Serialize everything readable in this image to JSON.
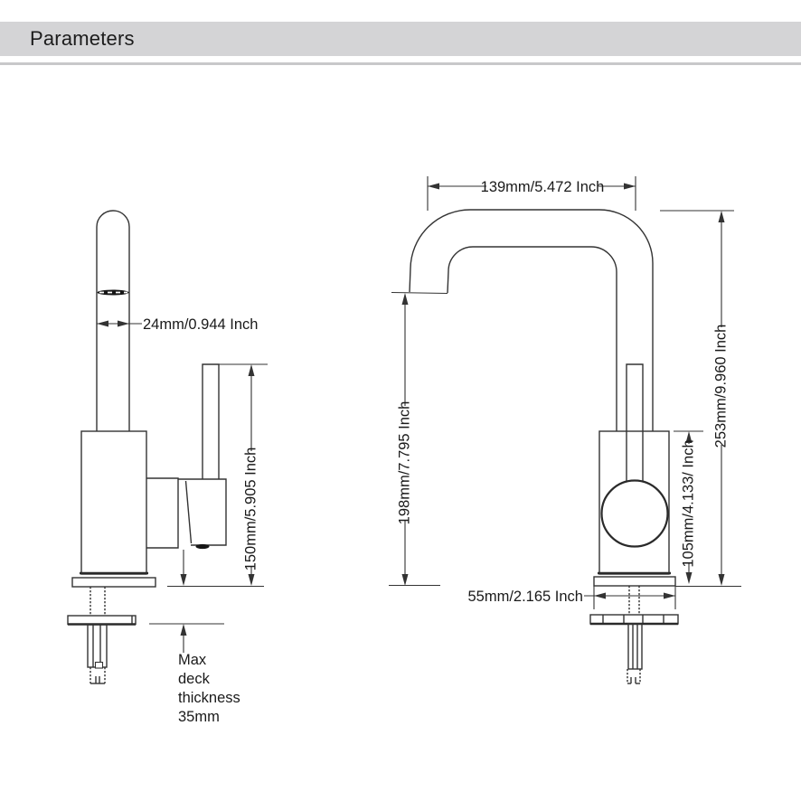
{
  "header": {
    "title": "Parameters"
  },
  "colors": {
    "header_bg": "#d4d4d6",
    "divider": "#c8c8ca",
    "line": "#333333",
    "text": "#1a1a1a"
  },
  "left_view": {
    "spout_diameter_label": "24mm/0.944 Inch",
    "handle_height_label": "150mm/5.905 Inch",
    "deck_note_lines": [
      "Max",
      "deck",
      "thickness",
      "35mm"
    ]
  },
  "right_view": {
    "reach_label": "139mm/5.472 Inch",
    "total_height_label": "253mm/9.960 Inch",
    "spout_height_label": "198mm/7.795 Inch",
    "body_height_label": "105mm/4.133/ Inch",
    "base_width_label": "55mm/2.165 Inch"
  }
}
